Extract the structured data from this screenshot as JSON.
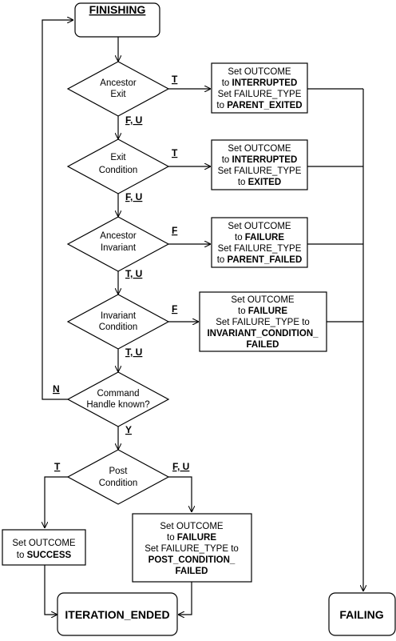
{
  "states": {
    "finishing": "FINISHING",
    "iteration_ended": "ITERATION_ENDED",
    "failing": "FAILING"
  },
  "decisions": {
    "ancestor_exit": [
      "Ancestor",
      "Exit"
    ],
    "exit_condition": [
      "Exit",
      "Condition"
    ],
    "ancestor_invariant": [
      "Ancestor",
      "Invariant"
    ],
    "invariant_condition": [
      "Invariant",
      "Condition"
    ],
    "command_handle": [
      "Command",
      "Handle known?"
    ],
    "post_condition": [
      "Post",
      "Condition"
    ]
  },
  "edges": {
    "ancestor_exit_true": "T",
    "ancestor_exit_false": "F, U",
    "exit_condition_true": "T",
    "exit_condition_false": "F, U",
    "ancestor_invariant_false": "F",
    "ancestor_invariant_true": "T, U",
    "invariant_condition_false": "F",
    "invariant_condition_true": "T, U",
    "command_handle_no": "N",
    "command_handle_yes": "Y",
    "post_condition_true": "T",
    "post_condition_false": "F, U"
  },
  "actions": {
    "interrupted_parent": {
      "l1": "Set OUTCOME",
      "l2a": "to ",
      "l2b": "INTERRUPTED",
      "l3": "Set FAILURE_TYPE",
      "l4a": "to ",
      "l4b": "PARENT_EXITED"
    },
    "interrupted_exited": {
      "l1": "Set OUTCOME",
      "l2a": "to ",
      "l2b": "INTERRUPTED",
      "l3": "Set FAILURE_TYPE",
      "l4a": "to ",
      "l4b": "EXITED"
    },
    "failure_parent": {
      "l1": "Set OUTCOME",
      "l2a": "to ",
      "l2b": "FAILURE",
      "l3": "Set FAILURE_TYPE",
      "l4a": "to ",
      "l4b": "PARENT_FAILED"
    },
    "failure_invariant": {
      "l1": "Set OUTCOME",
      "l2a": "to ",
      "l2b": "FAILURE",
      "l3": "Set FAILURE_TYPE to",
      "l4": "INVARIANT_CONDITION_",
      "l5": "FAILED"
    },
    "success": {
      "l1": "Set OUTCOME",
      "l2a": "to ",
      "l2b": "SUCCESS"
    },
    "failure_post": {
      "l1": "Set OUTCOME",
      "l2a": "to ",
      "l2b": "FAILURE",
      "l3": "Set FAILURE_TYPE to",
      "l4": "POST_CONDITION_",
      "l5": "FAILED"
    }
  }
}
